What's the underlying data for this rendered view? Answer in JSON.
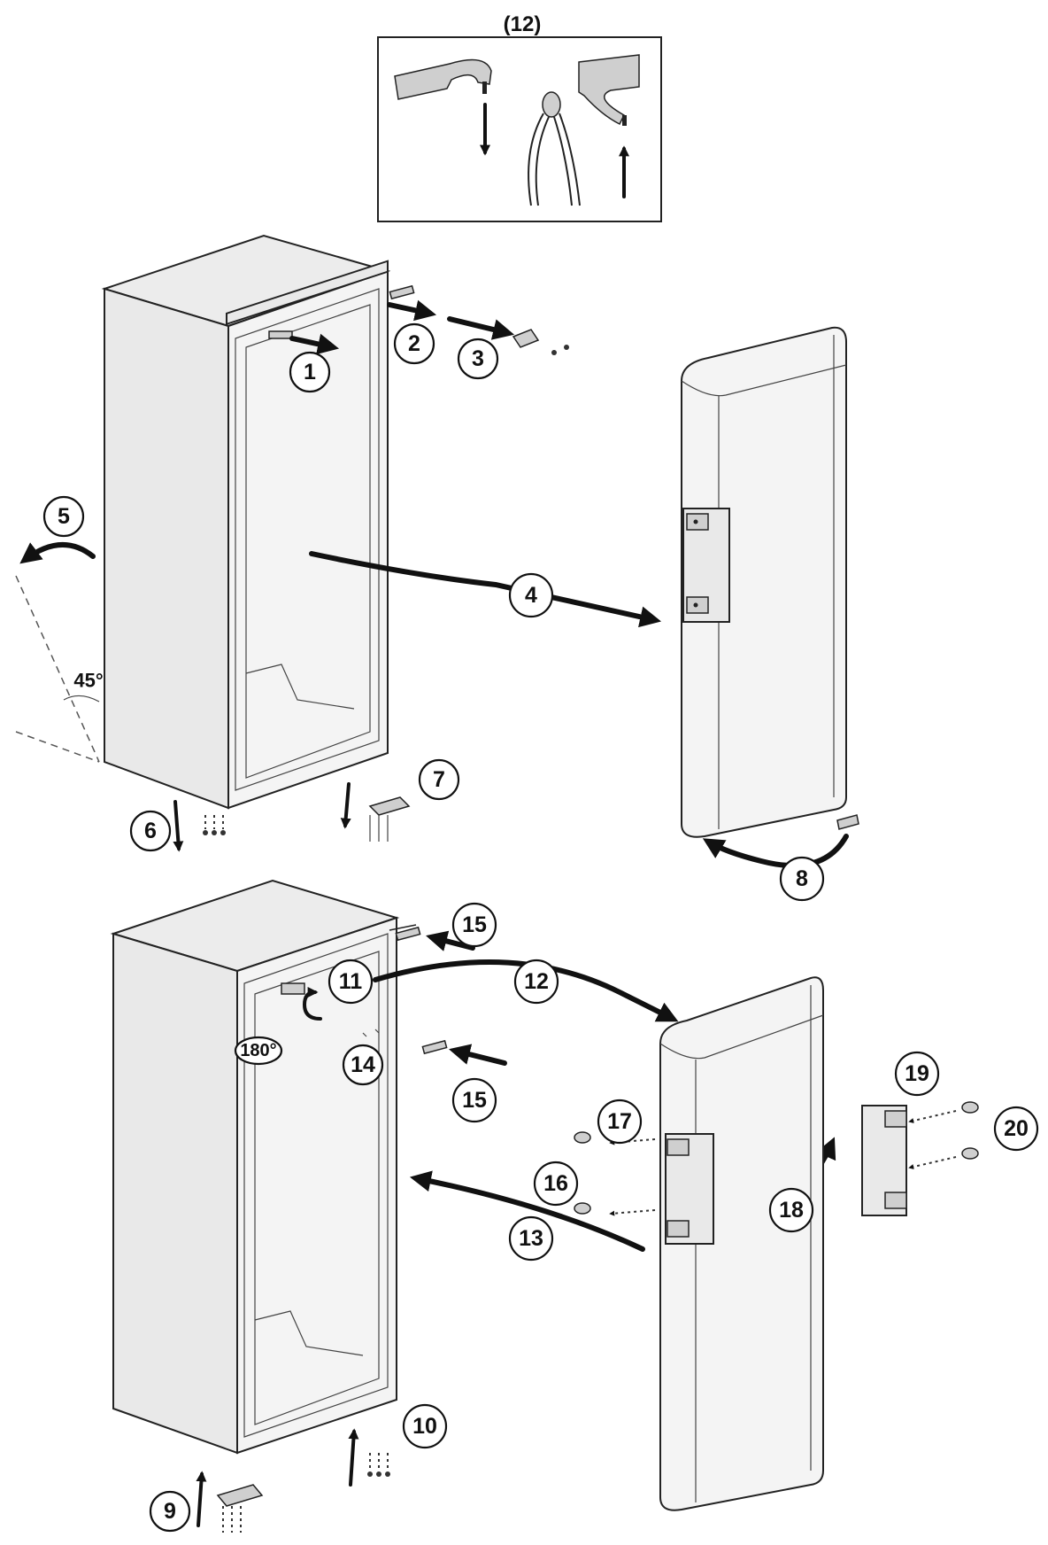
{
  "inset": {
    "title": "(12)"
  },
  "steps": [
    "1",
    "2",
    "3",
    "4",
    "5",
    "6",
    "7",
    "8",
    "9",
    "10",
    "11",
    "12",
    "13",
    "14",
    "15",
    "15",
    "16",
    "17",
    "18",
    "19",
    "20"
  ],
  "angles": {
    "tilt": "45°",
    "rotate": "180°"
  }
}
